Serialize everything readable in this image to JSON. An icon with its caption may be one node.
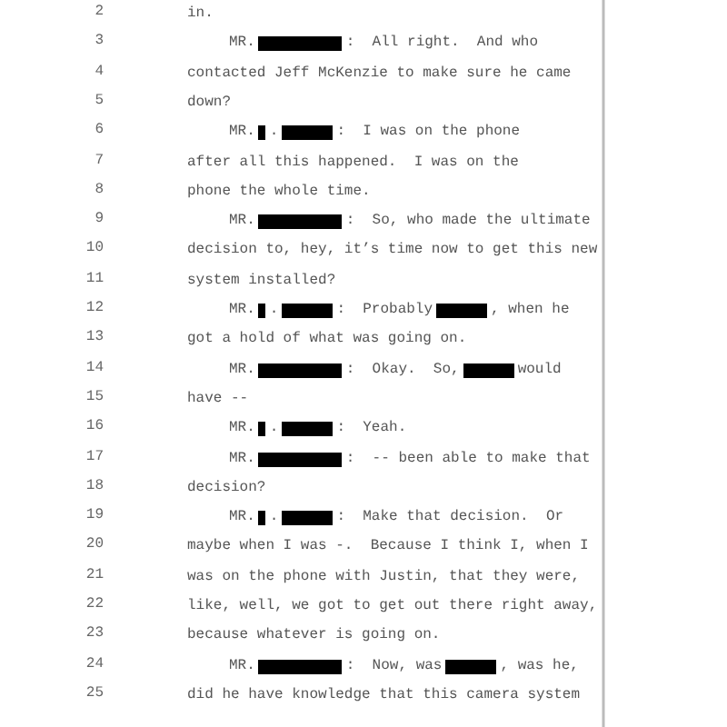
{
  "diagram": {
    "labels": [
      "2",
      "in.",
      "3",
      "MR.",
      ":  All right.  And who",
      "4",
      "contacted Jeff McKenzie to make sure he came",
      "5",
      "down?",
      "6",
      "MR.",
      ".",
      ":  I was on the phone",
      "7",
      "after all this happened.  I was on the",
      "8",
      "phone the whole time.",
      "9",
      "MR.",
      ":  So, who made the ultimate",
      "10",
      "decision to, hey, it’s time now to get this new",
      "11",
      "system installed?",
      "12",
      "MR.",
      ".",
      ":  Probably",
      ", when he",
      "13",
      "got a hold of what was going on.",
      "14",
      "MR.",
      ":  Okay.  So,",
      "would",
      "15",
      "have --",
      "16",
      "MR.",
      ".",
      ":  Yeah.",
      "17",
      "MR.",
      ":  -- been able to make that",
      "18",
      "decision?",
      "19",
      "MR.",
      ".",
      ":  Make that decision.  Or",
      "20",
      "maybe when I was -.  Because I think I, when I",
      "21",
      "was on the phone with Justin, that they were,",
      "22",
      "like, well, we got to get out there right away,",
      "23",
      "because whatever is going on.",
      "24",
      "MR.",
      ":  Now, was",
      ", was he,",
      "25",
      "did he have knowledge that this camera system"
    ]
  }
}
